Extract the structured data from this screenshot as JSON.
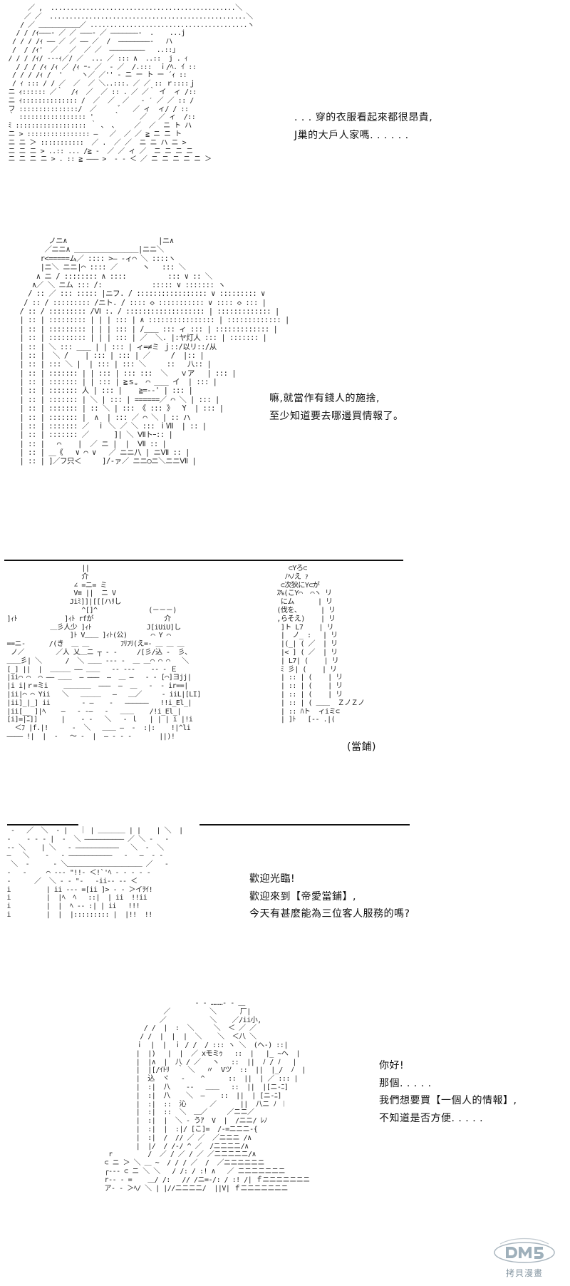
{
  "panels": [
    {
      "id": "panel-1",
      "dialog": [
        ". . . 穿的衣服看起來都很昂貴,",
        "J巢的大戶人家嗎. . . . . ."
      ]
    },
    {
      "id": "panel-2",
      "dialog": [
        "嘛,就當作有錢人的施捨,",
        "至少知道要去哪邊買情報了。"
      ]
    },
    {
      "id": "panel-3",
      "sign_text": "(當鋪)",
      "dialog": [
        "歡迎光臨!",
        "歡迎來到【帝愛當鋪】,",
        "今天有甚麼能為三位客人服務的嗎?"
      ]
    },
    {
      "id": "panel-4",
      "dialog": [
        "你好!",
        "那個. . . . .",
        "我們想要買【一個人的情報】,",
        "不知道是否方便. . . . ."
      ]
    }
  ],
  "watermark": {
    "logo": "DM5",
    "text": "拷貝漫畫"
  },
  "colors": {
    "ink": "#111111",
    "art": "#222222",
    "watermark": "#8a9aa5",
    "background": "#ffffff"
  }
}
